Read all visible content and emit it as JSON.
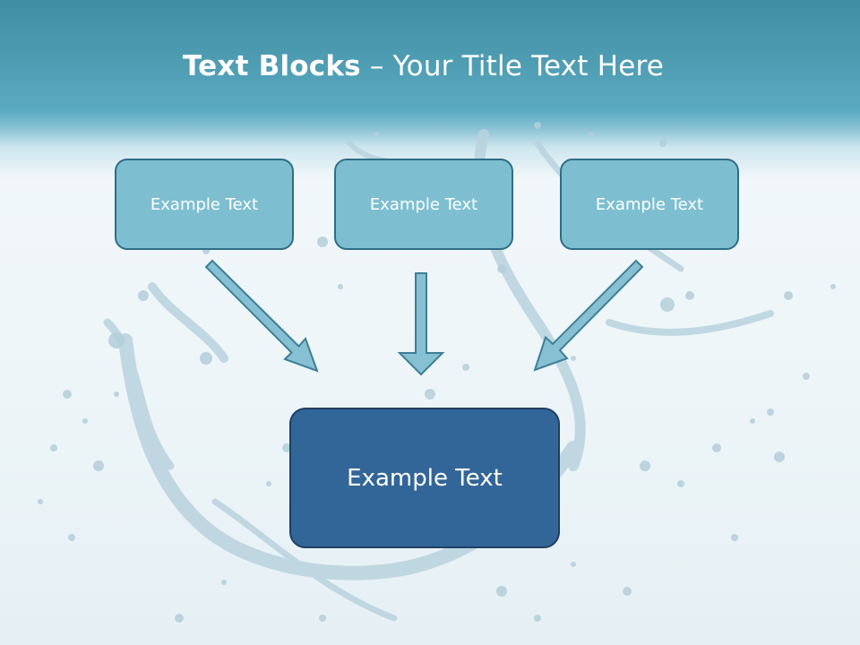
{
  "slide": {
    "title_bold": "Text Blocks",
    "title_separator": "–",
    "title_rest": "Your Title Text Here",
    "boxes": [
      {
        "label": "Example Text"
      },
      {
        "label": "Example Text"
      },
      {
        "label": "Example Text"
      }
    ],
    "target_box": {
      "label": "Example Text"
    }
  },
  "colors": {
    "header": "#4f9db3",
    "small_box_fill": "#7dbfd1",
    "small_box_border": "#2e6e86",
    "big_box_fill": "#336698",
    "big_box_border": "#1f3f63",
    "arrow_fill": "#86c0d2",
    "arrow_stroke": "#3c7f98"
  }
}
